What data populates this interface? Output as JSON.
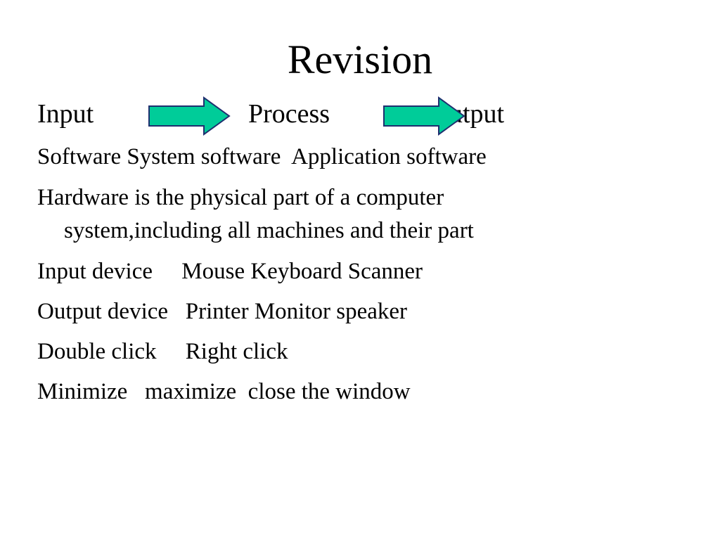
{
  "slide": {
    "title": "Revision",
    "flow": {
      "input": "Input",
      "process": "Process",
      "output": "output",
      "arrow_color": "#00CC99",
      "arrow_outline": "#1F2F6F"
    },
    "lines": [
      "Software System software  Application software",
      "Hardware is the physical part of a computer",
      "system,including all machines and their part",
      "Input device     Mouse Keyboard Scanner",
      "Output device   Printer Monitor speaker",
      "Double click     Right click",
      "Minimize   maximize  close the window"
    ]
  }
}
